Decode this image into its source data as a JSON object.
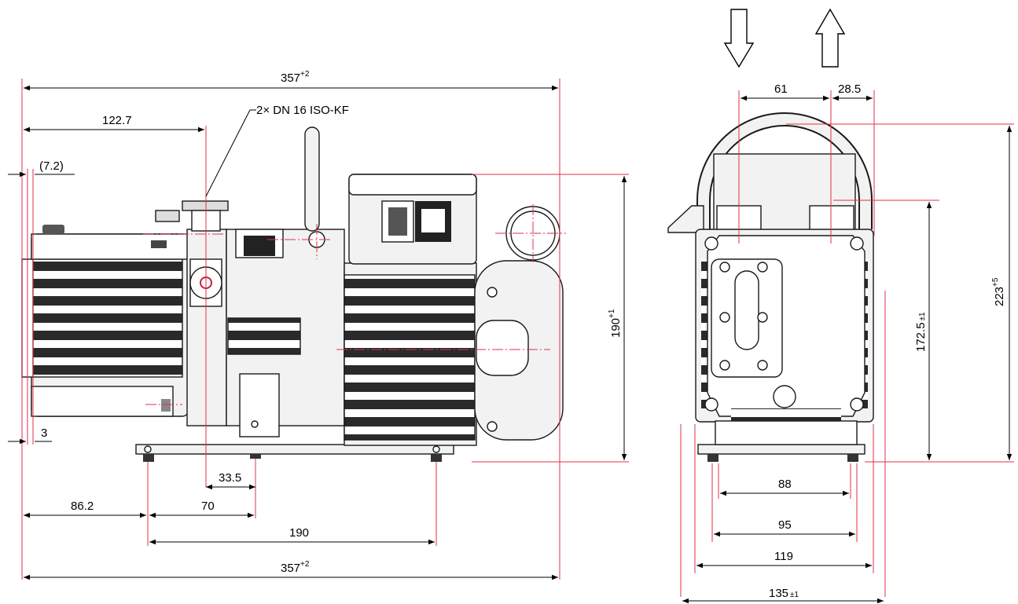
{
  "callout": "2× DN 16 ISO-KF",
  "side_view": {
    "overall_length_top": {
      "value": "357",
      "tol": "+2"
    },
    "intake_offset": "122.7",
    "small_offset": "(7.2)",
    "base_offset": "3",
    "height": {
      "value": "190",
      "tol": "+1"
    },
    "foot_offset_1": "33.5",
    "foot_offset_2": "86.2",
    "foot_offset_3": "70",
    "foot_spacing": "190",
    "overall_length_bottom": {
      "value": "357",
      "tol": "+2"
    }
  },
  "front_view": {
    "arrow_in": "intake-arrow-down",
    "arrow_out": "exhaust-arrow-up",
    "port_spacing": "61",
    "port_offset": "28.5",
    "height_total": {
      "value": "223",
      "tol": "+5"
    },
    "height_body": {
      "value": "172.5",
      "tol": "±1"
    },
    "foot_inner": "88",
    "foot_outer": "95",
    "body_width": "119",
    "overall_width": {
      "value": "135",
      "tol": "±1"
    }
  },
  "colors": {
    "dimension_line": "#000000",
    "construction_line": "#e0314b",
    "part_outline": "#1a1a1a",
    "part_fill": "#f2f2f2"
  }
}
